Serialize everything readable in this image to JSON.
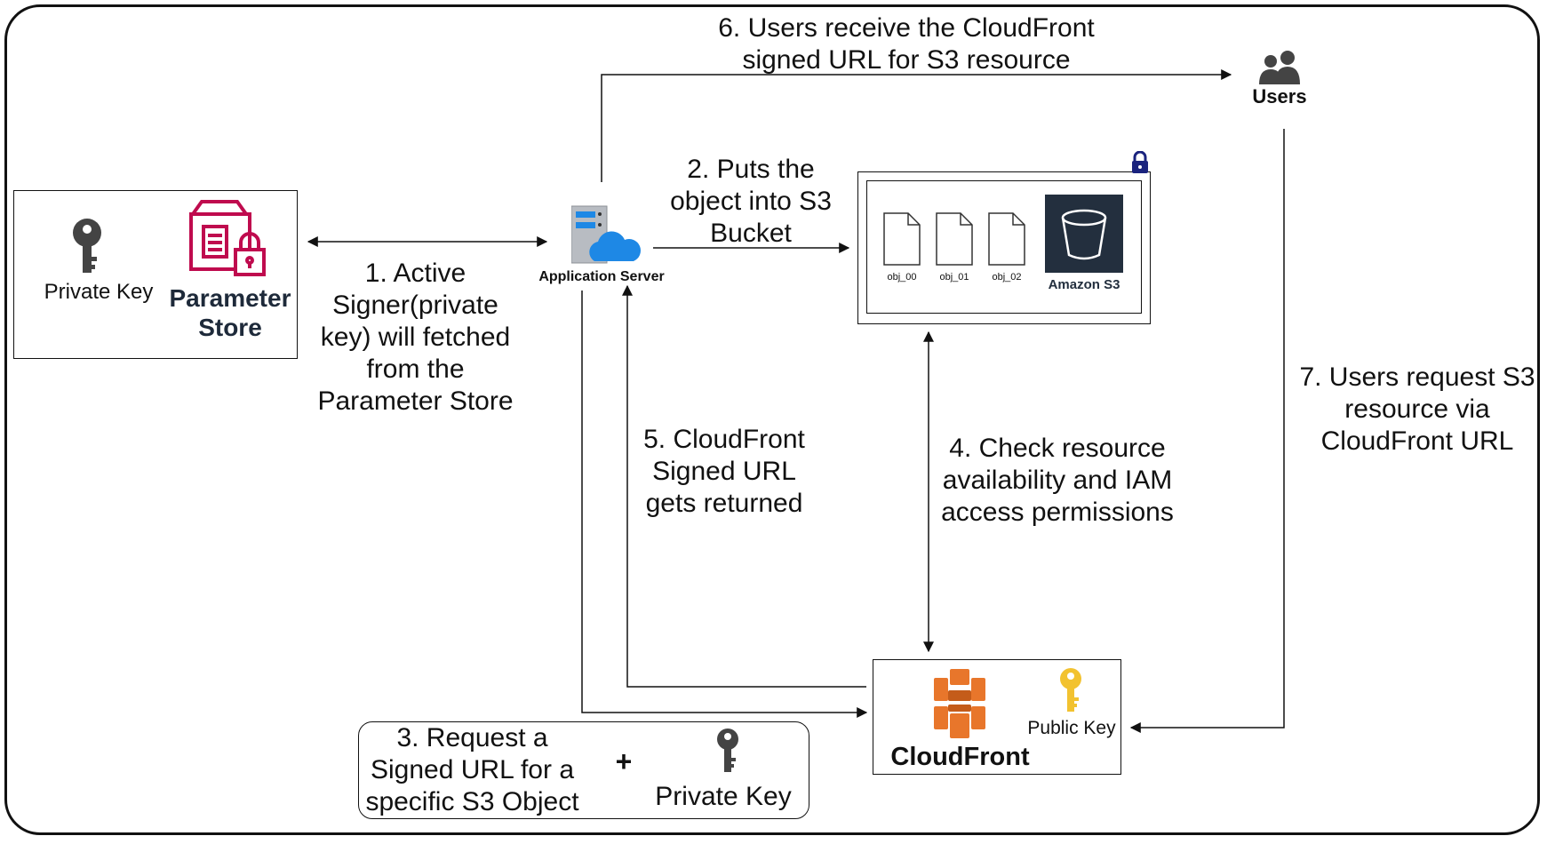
{
  "param_store": {
    "private_key_label": "Private Key",
    "title_line1": "Parameter",
    "title_line2": "Store"
  },
  "app_server": {
    "label": "Application Server"
  },
  "users": {
    "label": "Users"
  },
  "s3": {
    "label": "Amazon S3",
    "objects": [
      "obj_00",
      "obj_01",
      "obj_02"
    ]
  },
  "cloudfront": {
    "label": "CloudFront",
    "public_key_label": "Public Key"
  },
  "request_box": {
    "line1": "3. Request a",
    "line2": "Signed URL for a",
    "line3": "specific S3 Object",
    "plus": "+",
    "private_key_label": "Private Key"
  },
  "steps": {
    "s1": [
      "1. Active",
      "Signer(private",
      "key) will fetched",
      "from the",
      "Parameter Store"
    ],
    "s2": [
      "2. Puts the",
      "object into S3",
      "Bucket"
    ],
    "s4": [
      "4. Check resource",
      "availability and IAM",
      "access permissions"
    ],
    "s5": [
      "5. CloudFront",
      "Signed URL",
      "gets returned"
    ],
    "s6": [
      "6. Users receive the CloudFront",
      "signed URL for S3 resource"
    ],
    "s7": [
      "7. Users request S3",
      "resource via",
      "CloudFront  URL"
    ]
  },
  "colors": {
    "param_store": "#BF0B4E",
    "s3_bg": "#232F3E",
    "cloudfront": "#E8762B",
    "public_key": "#F2C230",
    "lock": "#1A237E",
    "server_blue": "#1E88E5"
  }
}
